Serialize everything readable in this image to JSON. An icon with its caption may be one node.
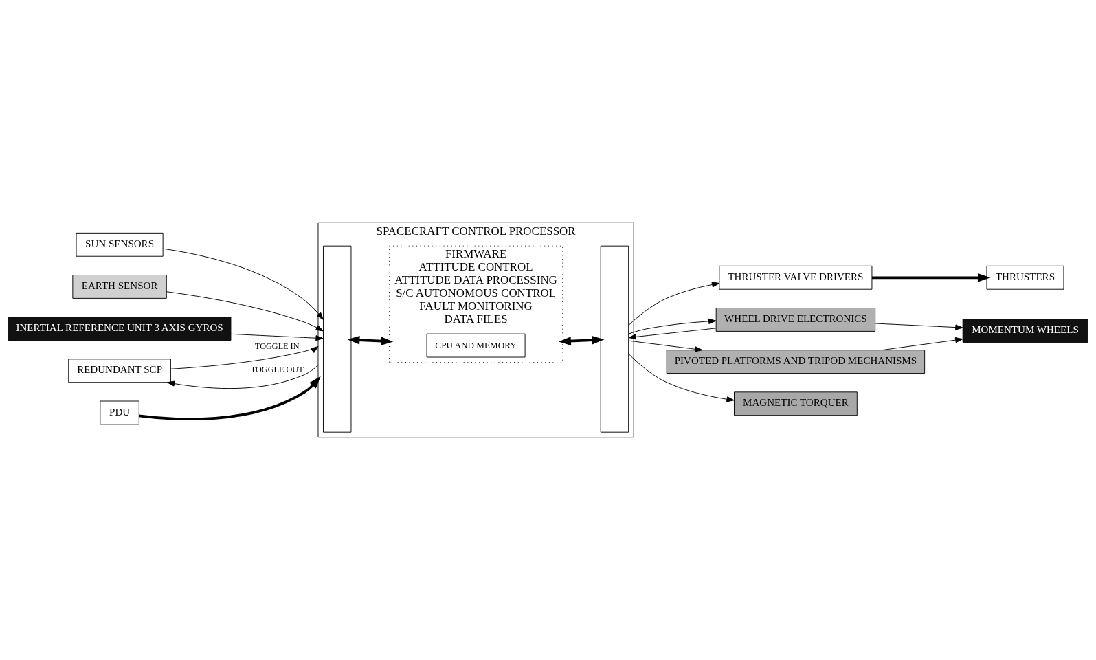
{
  "diagram": {
    "nodes": [
      {
        "text": [
          "SUN SENSORS"
        ]
      },
      {
        "text": [
          "EARTH SENSOR"
        ]
      },
      {
        "text": [
          "INERTIAL REFERENCE UNIT 3 AXIS GYROS"
        ]
      },
      {
        "text": [
          "SPACECRAFT CONTROL PROCESSOR"
        ]
      },
      {
        "text": [],
        "shape": "box",
        "in": 3
      },
      {
        "text": [
          "FIRMWARE",
          "ATTITUDE CONTROL",
          "ATTITUDE DATA PROCESSING",
          "S/C AUTONOMOUS CONTROL",
          "FAULT MONITORING",
          "DATA FILES"
        ],
        "in": 3
      },
      {
        "text": [
          "CPU AND MEMORY"
        ],
        "in": 5
      },
      {
        "text": [],
        "shape": "box",
        "in": 3
      },
      {
        "text": [
          "REDUNDANT SCP"
        ]
      },
      {
        "text": [
          "PDU"
        ]
      },
      {
        "text": [
          "THRUSTER VALVE DRIVERS"
        ]
      },
      {
        "text": [
          "THRUSTERS"
        ]
      },
      {
        "text": [
          "WHEEL DRIVE ELECTRONICS"
        ]
      },
      {
        "text": [
          "MOMENTUM WHEELS"
        ]
      },
      {
        "text": [
          "PIVOTED PLATFORMS AND TRIPOD MECHANISMS"
        ]
      },
      {
        "text": [
          "MAGNETIC TORQUER"
        ]
      }
    ],
    "edges": [
      {
        "from": 0,
        "to": 4,
        "arrow": "to"
      },
      {
        "from": 1,
        "to": 4,
        "arrow": "to"
      },
      {
        "from": 2,
        "to": 4,
        "arrow": "to"
      },
      {
        "from": 4,
        "to": 5,
        "arrow": "both",
        "style": "thick"
      },
      {
        "from": 5,
        "to": 7,
        "arrow": "both",
        "style": "thick"
      },
      {
        "from": 7,
        "to": 10,
        "arrow": "to"
      },
      {
        "from": 7,
        "to": 12,
        "arrow": "to"
      },
      {
        "from": 12,
        "to": 7,
        "arrow": "to"
      },
      {
        "from": 7,
        "to": 14,
        "arrow": "to"
      },
      {
        "from": 7,
        "to": 15,
        "arrow": "to"
      },
      {
        "from": 10,
        "to": 11,
        "arrow": "to",
        "style": "thick"
      },
      {
        "from": 12,
        "to": 13,
        "arrow": "to"
      },
      {
        "from": 14,
        "to": 13,
        "arrow": "to"
      },
      {
        "from": 8,
        "to": 3,
        "arrow": "to",
        "label": "TOGGLE IN"
      },
      {
        "from": 3,
        "to": 8,
        "arrow": "to",
        "label": "TOGGLE OUT"
      },
      {
        "from": 9,
        "to": 3,
        "arrow": "to",
        "style": "thick"
      }
    ]
  }
}
